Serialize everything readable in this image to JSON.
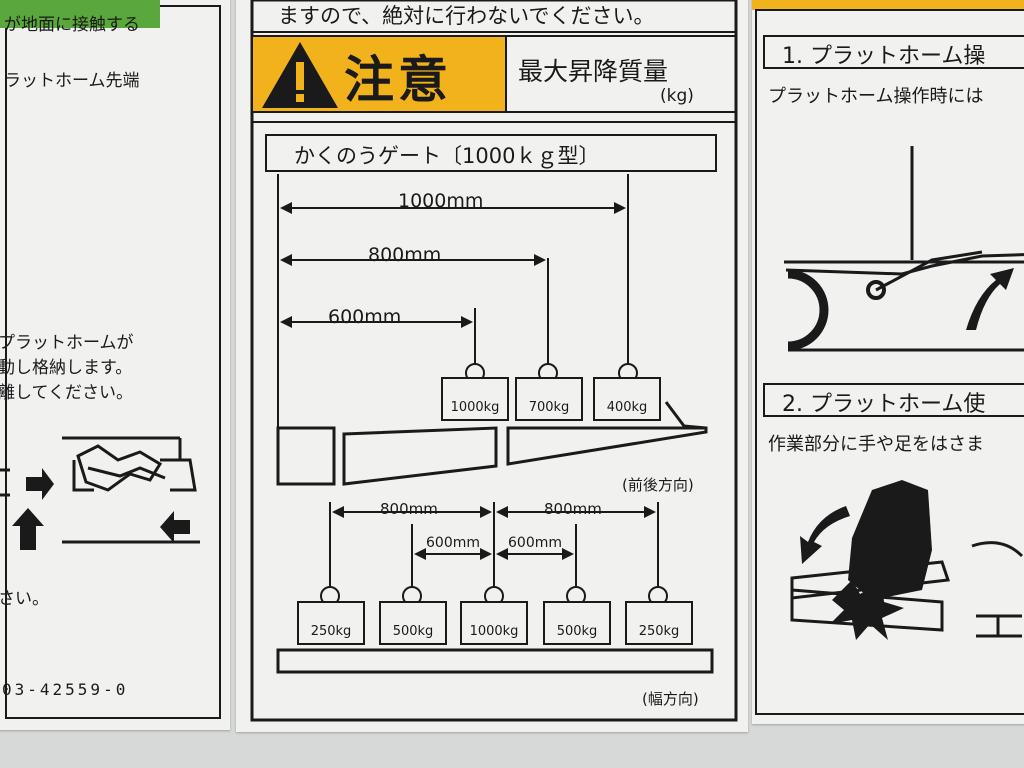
{
  "left_panel": {
    "line_1": "が地面に接触する",
    "line_2": "ラットホーム先端",
    "line_3": "プラットホームが",
    "line_4": "動し格納します。",
    "line_5": "離してください。",
    "line_6": "さい。",
    "part_number": "03-42559-0"
  },
  "center_panel": {
    "top_note": "ますので、絶対に行わないでください。",
    "warning_label": "注意",
    "max_load_title": "最大昇降質量",
    "max_load_unit": "(kg)",
    "gate_title": "かくのうゲート〔1000ｋｇ型〕",
    "direction_front_rear": "(前後方向)",
    "direction_width": "(幅方向)",
    "front_rear": {
      "dimensions": [
        "1000mm",
        "800mm",
        "600mm"
      ],
      "weights": [
        "1000kg",
        "700kg",
        "400kg"
      ]
    },
    "width": {
      "outer_dimensions": [
        "800mm",
        "800mm"
      ],
      "inner_dimensions": [
        "600mm",
        "600mm"
      ],
      "weights": [
        "250kg",
        "500kg",
        "1000kg",
        "500kg",
        "250kg"
      ]
    },
    "colors": {
      "warning_yellow": "#f2b21c",
      "ink": "#1a1a1a",
      "paper": "#f1f2f0"
    }
  },
  "right_panel": {
    "step_1_title": "1. プラットホーム操",
    "step_1_text": "プラットホーム操作時には",
    "step_2_title": "2. プラットホーム使",
    "step_2_text": "作業部分に手や足をはさま"
  }
}
